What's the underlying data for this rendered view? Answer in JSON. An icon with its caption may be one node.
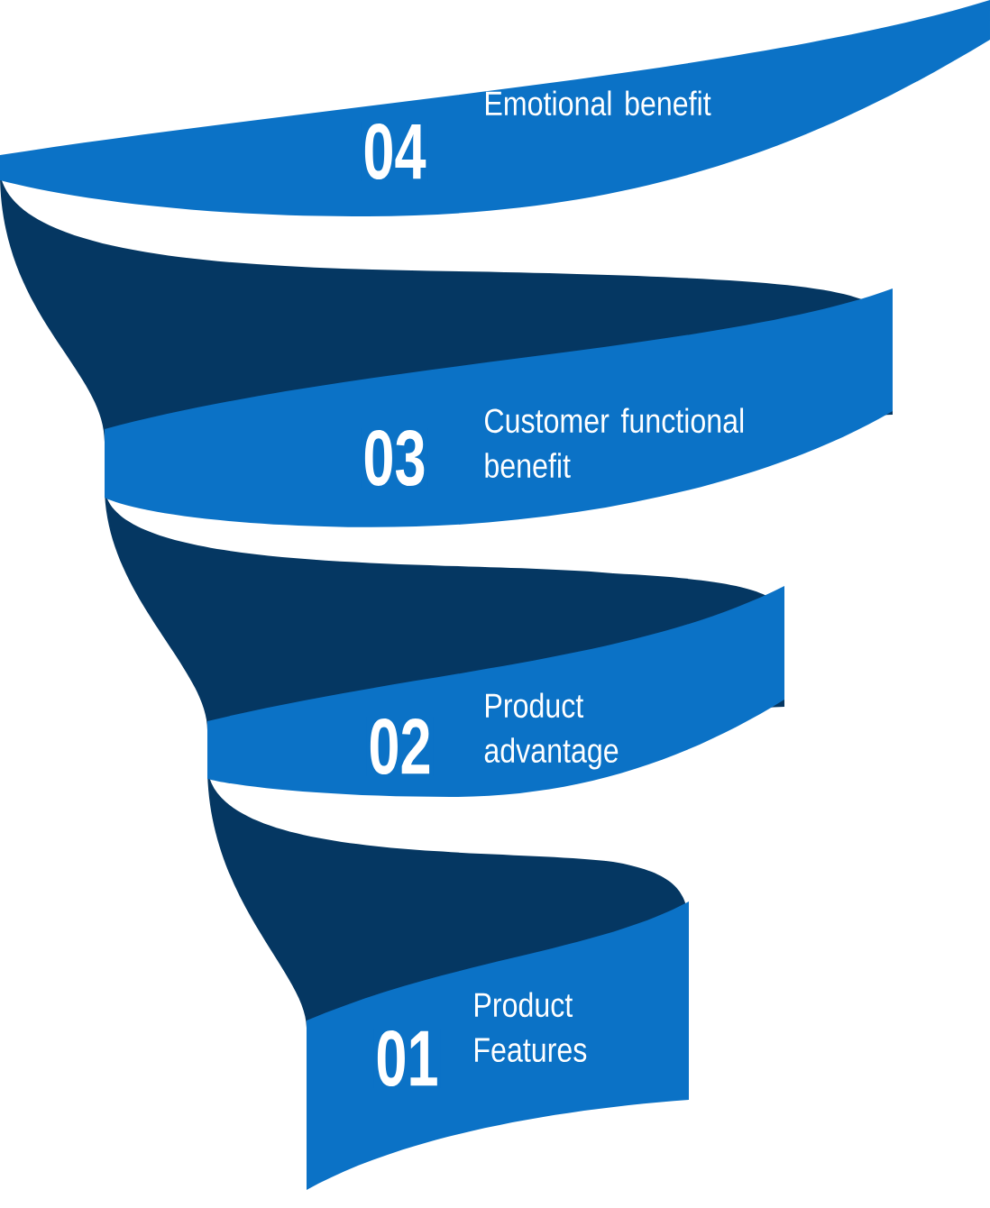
{
  "diagram": {
    "nodes": [
      {
        "text": [
          "04",
          "Emotional benefit"
        ]
      },
      {
        "text": [
          "03",
          "Customer functional benefit"
        ]
      },
      {
        "text": [
          "02",
          "Product advantage"
        ]
      },
      {
        "text": [
          "01",
          "Product Features"
        ]
      }
    ]
  }
}
